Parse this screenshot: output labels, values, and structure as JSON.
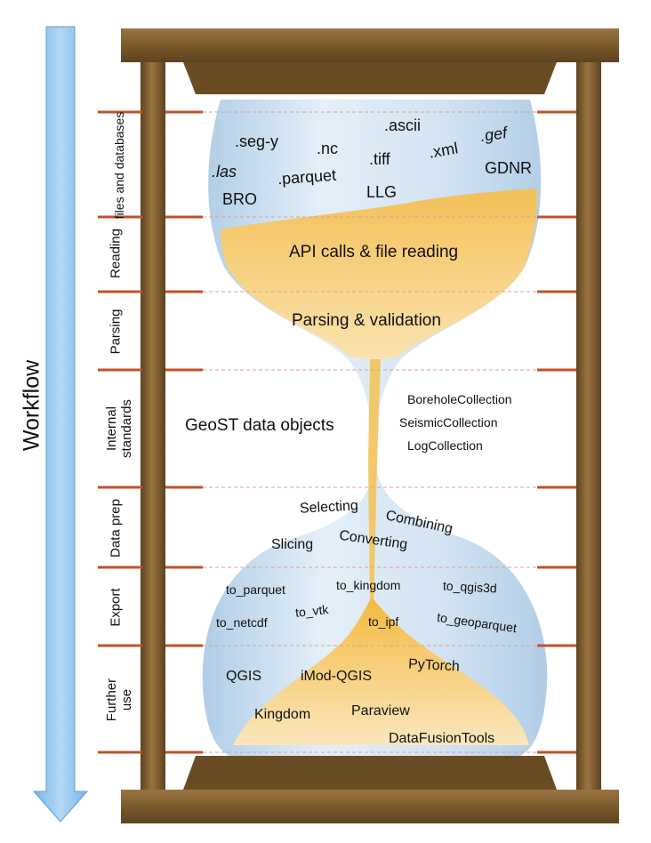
{
  "workflow_label": "Workflow",
  "stages": {
    "files": "files and databases",
    "reading": "Reading",
    "parsing": "Parsing",
    "internal": "Internal standards",
    "dataprep": "Data prep",
    "export": "Export",
    "further": "Further use"
  },
  "files": {
    "segy": ".seg-y",
    "nc": ".nc",
    "ascii": ".ascii",
    "xml": ".xml",
    "gef": ".gef",
    "las": ".las",
    "parquet": ".parquet",
    "tiff": ".tiff",
    "gdnr": "GDNR",
    "bro": "BRO",
    "llg": "LLG"
  },
  "reading": {
    "text": "API calls & file reading"
  },
  "parsing": {
    "text": "Parsing & validation"
  },
  "internal": {
    "objects": "GeoST data objects",
    "collections": [
      "BoreholeCollection",
      "SeismicCollection",
      "LogCollection"
    ]
  },
  "dataprep": {
    "selecting": "Selecting",
    "combining": "Combining",
    "slicing": "Slicing",
    "converting": "Converting"
  },
  "export": {
    "to_parquet": "to_parquet",
    "to_kingdom": "to_kingdom",
    "to_qgis3d": "to_qgis3d",
    "to_netcdf": "to_netcdf",
    "to_vtk": "to_vtk",
    "to_ipf": "to_ipf",
    "to_geoparquet": "to_geoparquet"
  },
  "further": {
    "qgis": "QGIS",
    "imod_qgis": "iMod-QGIS",
    "pytorch": "PyTorch",
    "kingdom": "Kingdom",
    "paraview": "Paraview",
    "datafusiontools": "DataFusionTools"
  },
  "colors": {
    "wood": "#7a5a2c",
    "wood_dark": "#5e4320",
    "glass": "#bcd6ea",
    "sand": "#f5c25e",
    "arrow": "#8fc3ec",
    "tick": "#c0522a"
  }
}
